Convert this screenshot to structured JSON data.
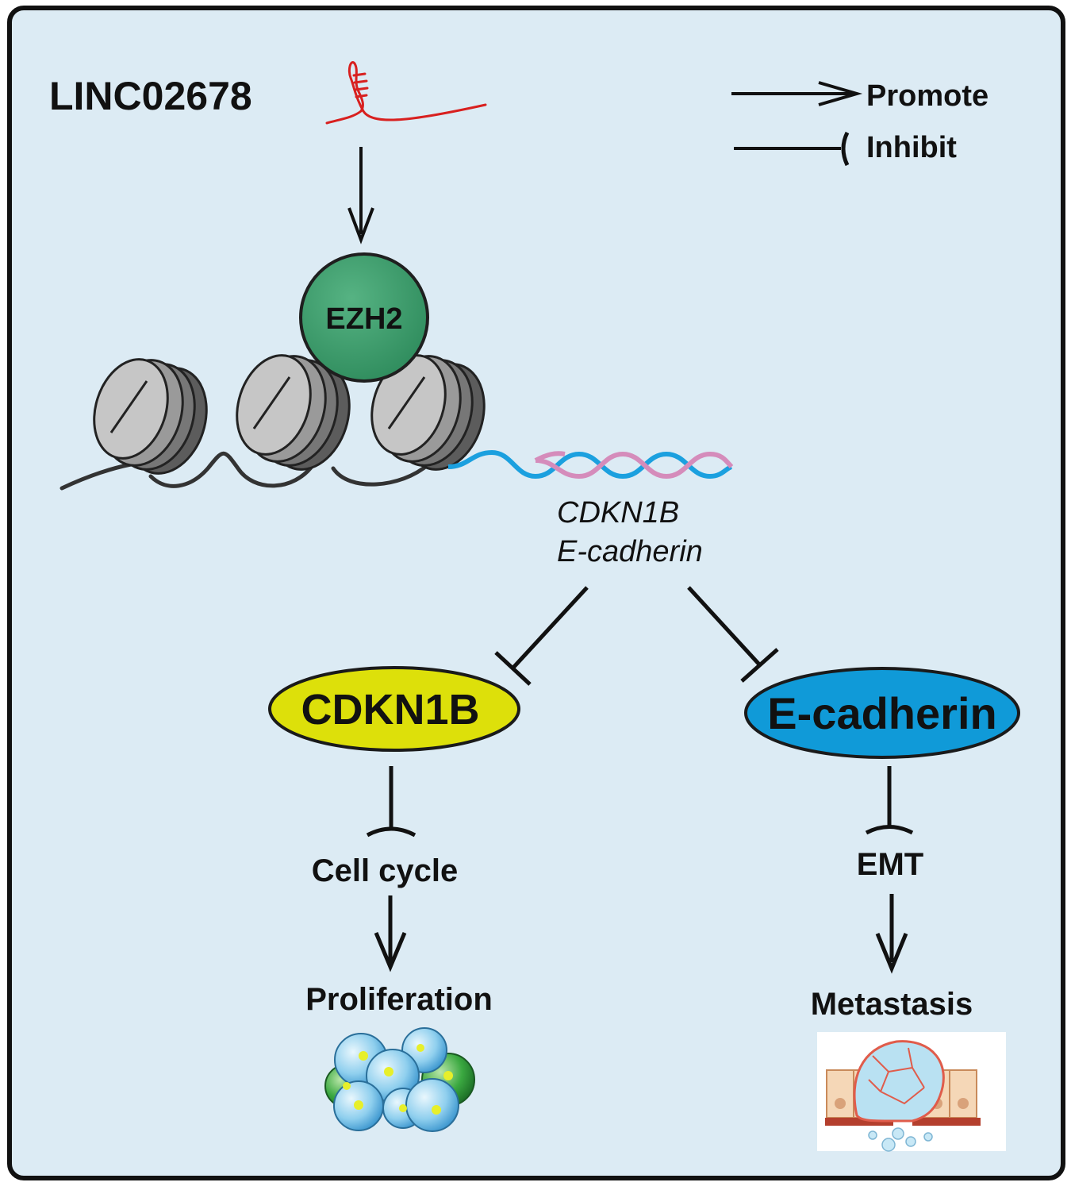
{
  "labels": {
    "lncrna": "LINC02678",
    "legend_promote": "Promote",
    "legend_inhibit": "Inhibit",
    "ezh2": "EZH2",
    "gene_line1": "CDKN1B",
    "gene_line2": "E-cadherin",
    "cdkn1b": "CDKN1B",
    "ecadherin": "E-cadherin",
    "cell_cycle": "Cell cycle",
    "proliferation": "Proliferation",
    "emt": "EMT",
    "metastasis": "Metastasis"
  },
  "colors": {
    "panel_bg": "#dcebf4",
    "border": "#111111",
    "rna": "#d8201f",
    "ezh2": "#3a9e6d",
    "nucleosome": "#8e8e8e",
    "dna_strand_blue": "#1ba0df",
    "dna_strand_pink": "#d58cbb",
    "cdkn1b_oval": "#dde00a",
    "ecadherin_oval": "#109ad8",
    "cell_blue": "#8fcfee",
    "cell_green": "#3aa840",
    "cell_nucleus": "#e7ef2a"
  },
  "icons": {
    "rna": "lncrna-hairpin-icon",
    "nucleosomes": "nucleosome-icon",
    "cells": "proliferating-cells-icon",
    "metastasis": "metastasis-tissue-icon"
  }
}
